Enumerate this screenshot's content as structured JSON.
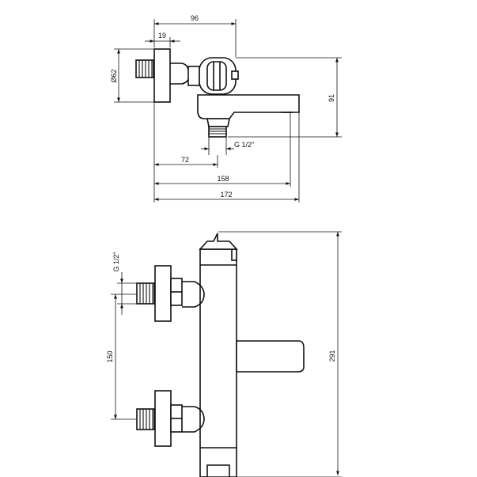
{
  "top_view": {
    "dim_96": "96",
    "dim_19": "19",
    "dim_diameter_62": "Ø62",
    "dim_91": "91",
    "dim_thread": "G 1/2\"",
    "dim_72": "72",
    "dim_158": "158",
    "dim_172": "172"
  },
  "front_view": {
    "dim_thread": "G 1/2\"",
    "dim_150": "150",
    "dim_291": "291"
  }
}
